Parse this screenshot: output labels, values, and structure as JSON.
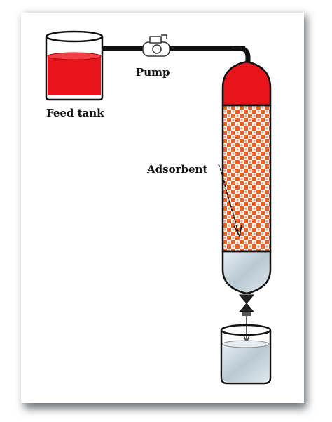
{
  "labels": {
    "pump": "Pump",
    "feed_tank": "Feed tank",
    "adsorbent": "Adsorbent"
  },
  "colors": {
    "feed_liquid": "#e8141c",
    "column_top": "#e8141c",
    "adsorbent_a": "#e8632a",
    "adsorbent_b": "#ffffff",
    "tube": "#111111",
    "outlet_liquid": "#cfe0e8",
    "background": "#ffffff",
    "frame_shadow": "#9aa0a6"
  }
}
